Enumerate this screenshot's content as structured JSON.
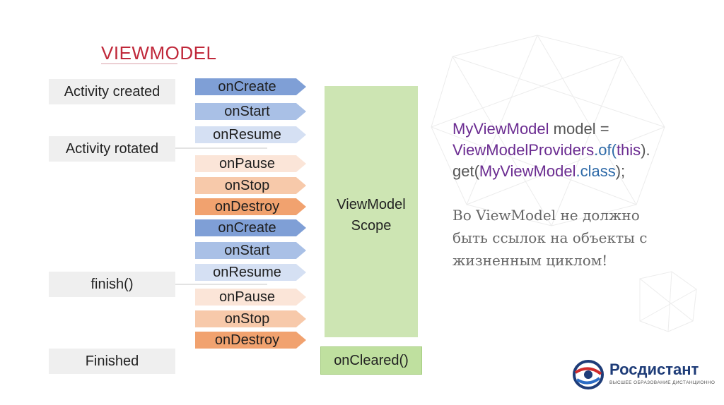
{
  "slide": {
    "title": "VIEWMODEL"
  },
  "states": {
    "created": "Activity created",
    "rotated": "Activity rotated",
    "finish": "finish()",
    "finished": "Finished"
  },
  "lifecycle": [
    {
      "label": "onCreate",
      "color": "#7f9fd6"
    },
    {
      "label": "onStart",
      "color": "#a9c0e6"
    },
    {
      "label": "onResume",
      "color": "#d5e0f3"
    },
    {
      "label": "onPause",
      "color": "#fbe5d8"
    },
    {
      "label": "onStop",
      "color": "#f7c9aa"
    },
    {
      "label": "onDestroy",
      "color": "#f1a26f"
    },
    {
      "label": "onCreate",
      "color": "#7f9fd6"
    },
    {
      "label": "onStart",
      "color": "#a9c0e6"
    },
    {
      "label": "onResume",
      "color": "#d5e0f3"
    },
    {
      "label": "onPause",
      "color": "#fbe5d8"
    },
    {
      "label": "onStop",
      "color": "#f7c9aa"
    },
    {
      "label": "onDestroy",
      "color": "#f1a26f"
    }
  ],
  "scope": {
    "line1": "ViewModel",
    "line2": "Scope",
    "cleared": "onCleared()"
  },
  "code": {
    "p1": "MyViewModel",
    "p2": " model =",
    "p3": "ViewModelProviders",
    "p4": ".of(",
    "p5": "this",
    "p6": ").",
    "p7": "get(",
    "p8": "MyViewModel",
    "p9": ".class",
    "p10": ");"
  },
  "note": {
    "line1": "Во ViewModel не должно",
    "line2": "быть ссылок на объекты с",
    "line3": "жизненным циклом!"
  },
  "logo": {
    "name": "Росдистант",
    "tagline": "ВЫСШЕЕ ОБРАЗОВАНИЕ ДИСТАНЦИОННО"
  }
}
